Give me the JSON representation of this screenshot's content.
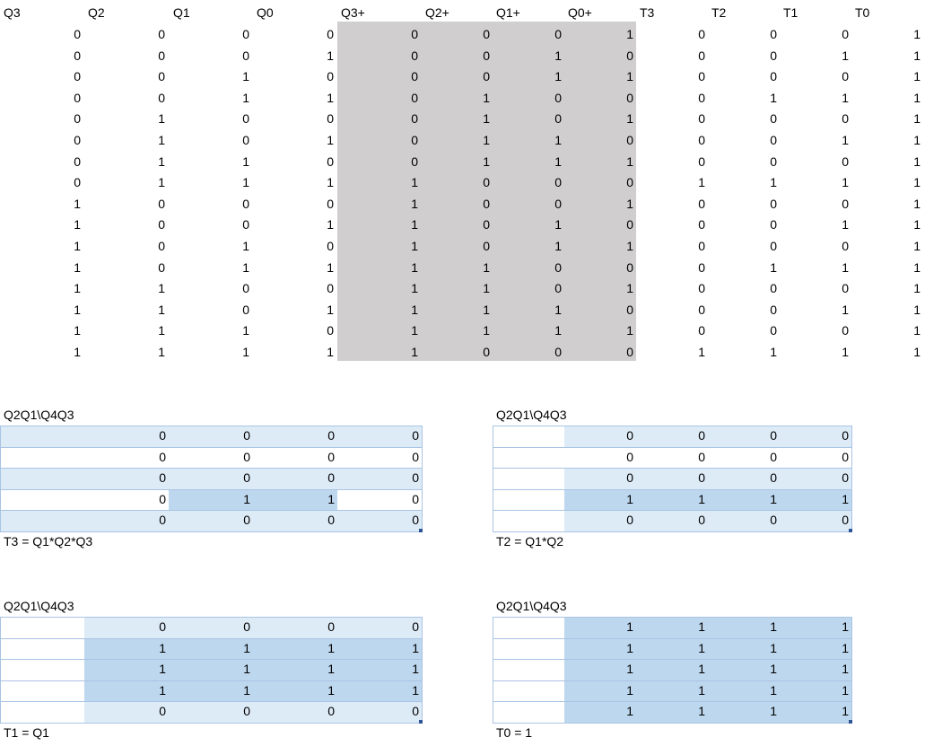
{
  "truth_table": {
    "headers": [
      "Q3",
      "Q2",
      "Q1",
      "Q0",
      "Q3+",
      "Q2+",
      "Q1+",
      "Q0+",
      "T3",
      "T2",
      "T1",
      "T0"
    ],
    "rows": [
      [
        0,
        0,
        0,
        0,
        0,
        0,
        0,
        1,
        0,
        0,
        0,
        1
      ],
      [
        0,
        0,
        0,
        1,
        0,
        0,
        1,
        0,
        0,
        0,
        1,
        1
      ],
      [
        0,
        0,
        1,
        0,
        0,
        0,
        1,
        1,
        0,
        0,
        0,
        1
      ],
      [
        0,
        0,
        1,
        1,
        0,
        1,
        0,
        0,
        0,
        1,
        1,
        1
      ],
      [
        0,
        1,
        0,
        0,
        0,
        1,
        0,
        1,
        0,
        0,
        0,
        1
      ],
      [
        0,
        1,
        0,
        1,
        0,
        1,
        1,
        0,
        0,
        0,
        1,
        1
      ],
      [
        0,
        1,
        1,
        0,
        0,
        1,
        1,
        1,
        0,
        0,
        0,
        1
      ],
      [
        0,
        1,
        1,
        1,
        1,
        0,
        0,
        0,
        1,
        1,
        1,
        1
      ],
      [
        1,
        0,
        0,
        0,
        1,
        0,
        0,
        1,
        0,
        0,
        0,
        1
      ],
      [
        1,
        0,
        0,
        1,
        1,
        0,
        1,
        0,
        0,
        0,
        1,
        1
      ],
      [
        1,
        0,
        1,
        0,
        1,
        0,
        1,
        1,
        0,
        0,
        0,
        1
      ],
      [
        1,
        0,
        1,
        1,
        1,
        1,
        0,
        0,
        0,
        1,
        1,
        1
      ],
      [
        1,
        1,
        0,
        0,
        1,
        1,
        0,
        1,
        0,
        0,
        0,
        1
      ],
      [
        1,
        1,
        0,
        1,
        1,
        1,
        1,
        0,
        0,
        0,
        1,
        1
      ],
      [
        1,
        1,
        1,
        0,
        1,
        1,
        1,
        1,
        0,
        0,
        0,
        1
      ],
      [
        1,
        1,
        1,
        1,
        1,
        0,
        0,
        0,
        1,
        1,
        1,
        1
      ]
    ]
  },
  "kmaps": [
    {
      "label": "Q2Q1\\Q4Q3",
      "equation": "T3 = Q1*Q2*Q3",
      "rows": [
        [
          0,
          0,
          0,
          0
        ],
        [
          0,
          0,
          0,
          0
        ],
        [
          0,
          0,
          0,
          0
        ],
        [
          0,
          1,
          1,
          0
        ],
        [
          0,
          0,
          0,
          0
        ]
      ],
      "highlight": [
        [
          1,
          1,
          1,
          1
        ],
        [
          0,
          0,
          0,
          0
        ],
        [
          1,
          1,
          1,
          1
        ],
        [
          0,
          2,
          2,
          0
        ],
        [
          1,
          1,
          1,
          1
        ]
      ],
      "label_band": [
        1,
        0,
        1,
        0,
        1
      ]
    },
    {
      "label": "Q2Q1\\Q4Q3",
      "equation": "T2 = Q1*Q2",
      "rows": [
        [
          0,
          0,
          0,
          0
        ],
        [
          0,
          0,
          0,
          0
        ],
        [
          0,
          0,
          0,
          0
        ],
        [
          1,
          1,
          1,
          1
        ],
        [
          0,
          0,
          0,
          0
        ]
      ],
      "highlight": [
        [
          1,
          1,
          1,
          1
        ],
        [
          0,
          0,
          0,
          0
        ],
        [
          1,
          1,
          1,
          1
        ],
        [
          2,
          2,
          2,
          2
        ],
        [
          1,
          1,
          1,
          1
        ]
      ],
      "label_band": [
        0,
        0,
        0,
        0,
        0
      ]
    },
    {
      "label": "Q2Q1\\Q4Q3",
      "equation": "T1 = Q1",
      "rows": [
        [
          0,
          0,
          0,
          0
        ],
        [
          1,
          1,
          1,
          1
        ],
        [
          1,
          1,
          1,
          1
        ],
        [
          1,
          1,
          1,
          1
        ],
        [
          0,
          0,
          0,
          0
        ]
      ],
      "highlight": [
        [
          1,
          1,
          1,
          1
        ],
        [
          2,
          2,
          2,
          2
        ],
        [
          2,
          2,
          2,
          2
        ],
        [
          2,
          2,
          2,
          2
        ],
        [
          1,
          1,
          1,
          1
        ]
      ],
      "label_band": [
        0,
        0,
        0,
        0,
        0
      ]
    },
    {
      "label": "Q2Q1\\Q4Q3",
      "equation": "T0 = 1",
      "rows": [
        [
          1,
          1,
          1,
          1
        ],
        [
          1,
          1,
          1,
          1
        ],
        [
          1,
          1,
          1,
          1
        ],
        [
          1,
          1,
          1,
          1
        ],
        [
          1,
          1,
          1,
          1
        ]
      ],
      "highlight": [
        [
          2,
          2,
          2,
          2
        ],
        [
          2,
          2,
          2,
          2
        ],
        [
          2,
          2,
          2,
          2
        ],
        [
          2,
          2,
          2,
          2
        ],
        [
          2,
          2,
          2,
          2
        ]
      ],
      "label_band": [
        0,
        0,
        0,
        0,
        0
      ]
    }
  ],
  "colors": {
    "shade": "#d0cece",
    "light_blue": "#ddebf7",
    "mid_blue": "#bdd7ee",
    "grid_border": "#a9c4e4",
    "corner_marker": "#2f5597"
  }
}
